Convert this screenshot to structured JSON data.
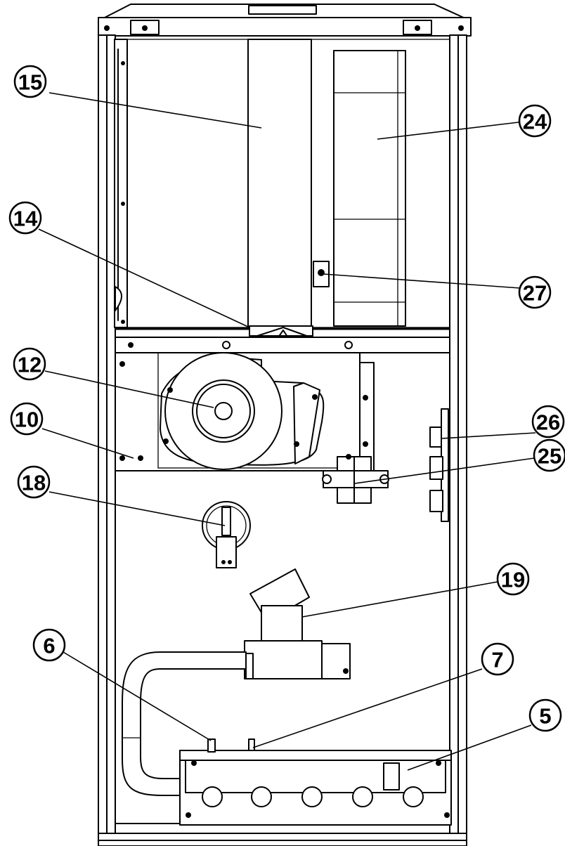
{
  "diagram": {
    "callouts": [
      {
        "id": "c15",
        "label": "15"
      },
      {
        "id": "c24",
        "label": "24"
      },
      {
        "id": "c14",
        "label": "14"
      },
      {
        "id": "c27",
        "label": "27"
      },
      {
        "id": "c12",
        "label": "12"
      },
      {
        "id": "c10",
        "label": "10"
      },
      {
        "id": "c26",
        "label": "26"
      },
      {
        "id": "c25",
        "label": "25"
      },
      {
        "id": "c18",
        "label": "18"
      },
      {
        "id": "c19",
        "label": "19"
      },
      {
        "id": "c6",
        "label": "6"
      },
      {
        "id": "c7",
        "label": "7"
      },
      {
        "id": "c5",
        "label": "5"
      }
    ]
  }
}
